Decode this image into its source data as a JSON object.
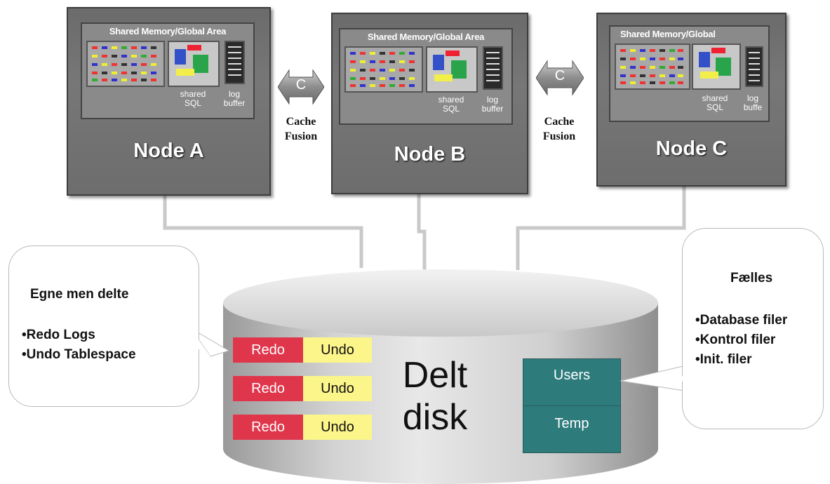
{
  "nodes": [
    {
      "id": "a",
      "sga_title": "Shared Memory/Global Area",
      "shared_sql": "shared SQL",
      "log_buffer": "log buffer",
      "name": "Node A"
    },
    {
      "id": "b",
      "sga_title": "Shared Memory/Global Area",
      "shared_sql": "shared SQL",
      "log_buffer": "log buffer",
      "name": "Node B"
    },
    {
      "id": "c",
      "sga_title": "Shared Memory/Global",
      "shared_sql": "shared SQL",
      "log_buffer": "log buffe",
      "name": "Node C"
    }
  ],
  "cache_fusion": [
    {
      "badge": "C",
      "label_line1": "Cache",
      "label_line2": "Fusion"
    },
    {
      "badge": "C",
      "label_line1": "Cache",
      "label_line2": "Fusion"
    }
  ],
  "left_bubble": {
    "title": "Egne men delte",
    "items": [
      "•Redo Logs",
      "•Undo Tablespace"
    ]
  },
  "right_bubble": {
    "title": "Fælles",
    "items": [
      "•Database filer",
      "•Kontrol filer",
      "•Init. filer"
    ]
  },
  "disk": {
    "line1": "Delt",
    "line2": "disk",
    "redo_label": "Redo",
    "undo_label": "Undo",
    "users_label": "Users",
    "temp_label": "Temp"
  },
  "colors": {
    "redo": "#e0364b",
    "undo": "#fbf58a",
    "tablespace": "#2e7b7c",
    "node": "#707070"
  }
}
